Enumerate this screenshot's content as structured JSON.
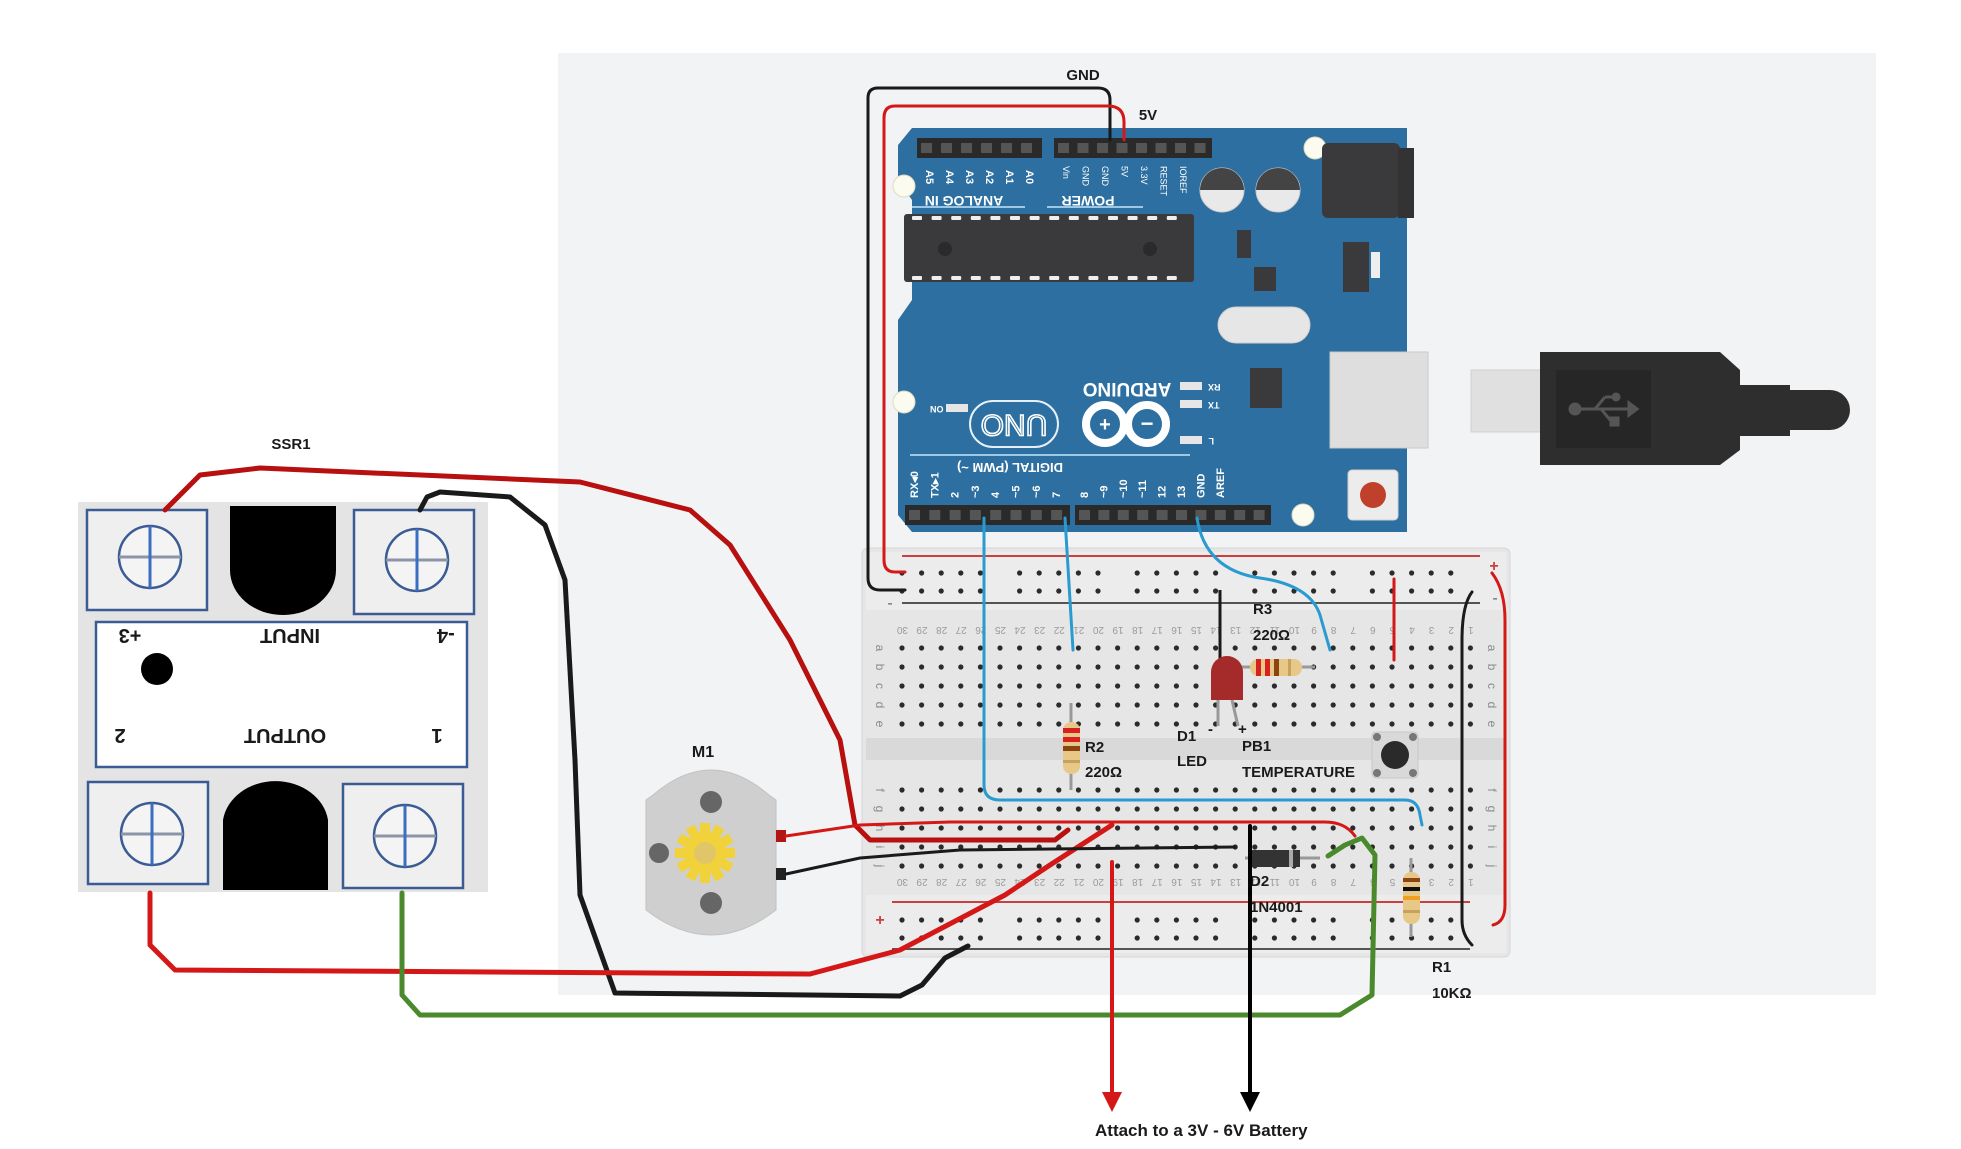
{
  "title": "Arduino UNO temperature-controlled motor circuit with solid state relay",
  "colors": {
    "canvas_bg": "#f2f3f5",
    "arduino_blue": "#2c6fa0",
    "wire_red": "#d41818",
    "wire_black": "#1a1a1a",
    "wire_blue": "#2a9bd1",
    "wire_green": "#4a8a2c",
    "ssr_border": "#3b5b94",
    "breadboard": "#e4e4e4"
  },
  "arduino": {
    "name": "ARDUINO",
    "model": "UNO",
    "power_header_caption": "POWER",
    "analog_header_caption": "ANALOG IN",
    "digital_header_caption": "DIGITAL (PWM ~)",
    "analog_pins": [
      "A0",
      "A1",
      "A2",
      "A3",
      "A4",
      "A5"
    ],
    "power_pins": [
      "IOREF",
      "RESET",
      "3.3V",
      "5V",
      "GND",
      "GND",
      "Vin"
    ],
    "digital_pins_low": [
      "RX◂0",
      "TX▸1",
      "2",
      "~3",
      "4",
      "~5",
      "~6",
      "7"
    ],
    "digital_pins_high": [
      "8",
      "~9",
      "~10",
      "~11",
      "12",
      "13",
      "GND",
      "AREF"
    ],
    "leds": [
      "ON",
      "RX",
      "TX",
      "L"
    ],
    "wire_labels": {
      "gnd": "GND",
      "five_v": "5V"
    }
  },
  "usb_cable": {
    "icon": "usb-icon"
  },
  "ssr": {
    "ref": "SSR1",
    "input_caption": "INPUT",
    "output_caption": "OUTPUT",
    "terminals": {
      "plus3": "+3",
      "minus4": "-4",
      "t1": "1",
      "t2": "2"
    }
  },
  "motor": {
    "ref": "M1"
  },
  "breadboard": {
    "columns": 30,
    "row_letters_top": [
      "a",
      "b",
      "c",
      "d",
      "e"
    ],
    "row_letters_bottom": [
      "f",
      "g",
      "h",
      "i",
      "j"
    ],
    "rail_plus": "+",
    "rail_minus": "-"
  },
  "components": {
    "r1": {
      "ref": "R1",
      "value": "10KΩ"
    },
    "r2": {
      "ref": "R2",
      "value": "220Ω"
    },
    "r3": {
      "ref": "R3",
      "value": "220Ω"
    },
    "d1": {
      "ref": "D1",
      "type": "LED",
      "minus": "-",
      "plus": "+"
    },
    "d2": {
      "ref": "D2",
      "part": "1N4001"
    },
    "pb1": {
      "ref": "PB1",
      "label": "TEMPERATURE"
    }
  },
  "battery_note": "Attach to a 3V - 6V Battery"
}
